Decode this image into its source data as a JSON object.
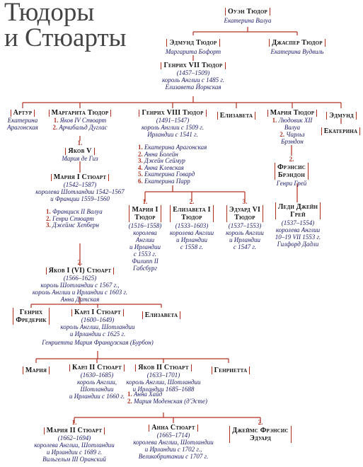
{
  "title": [
    "Тюдоры",
    "и Стюарты"
  ],
  "owen": {
    "name": "Оуэн Тюдор",
    "spouse": "Екатерина Валуа"
  },
  "edmund": {
    "name": "Эдмунд Тюдор",
    "spouse": "Маргарита Бофорт"
  },
  "jasper": {
    "name": "Джаспер Тюдор",
    "spouse": "Екатерина Вудвиль"
  },
  "henry7": {
    "name": "Генрих VII Тюдор",
    "years": "(1457–1509)",
    "title": "король Англии с 1485 г.",
    "spouse": "Елизавета Йоркская"
  },
  "arthur": {
    "name": "Артур",
    "spouse": [
      "Екатерина",
      "Арагонская"
    ]
  },
  "margaret": {
    "name": "Маргарита Тюдор",
    "n1": "1.",
    "s1": "Яков IV Стюарт",
    "n2": "2.",
    "s2": "Арчибальд Дуглас"
  },
  "henry8": {
    "name": "Генрих VIII Тюдор",
    "years": "(1491–1547)",
    "t1": "король Англии с 1509 г.",
    "t2": "Ирландии с 1541 г.",
    "wives": [
      {
        "n": "1.",
        "name": "Екатерина Арагонская"
      },
      {
        "n": "2.",
        "name": "Анна Болейн"
      },
      {
        "n": "3.",
        "name": "Джейн Сеймур"
      },
      {
        "n": "4.",
        "name": "Анна Клевская"
      },
      {
        "n": "5.",
        "name": "Екатерина Говард"
      },
      {
        "n": "6.",
        "name": "Екатерина Парр"
      }
    ]
  },
  "elizabeth_sib": {
    "name": "Елизавета"
  },
  "mary_tudor_sis": {
    "name": "Мария Тюдор",
    "n1": "1.",
    "s1": "Людовик XII",
    "s1b": "Валуа",
    "n2": "2.",
    "s2": "Чарльз",
    "s2b": "Брэндон"
  },
  "edmund2": {
    "name": "Эдмунд"
  },
  "ekaterina": {
    "name": "Екатерина"
  },
  "james5": {
    "n": "1.",
    "name": "Яков V",
    "spouse": "Мария де Гиз"
  },
  "frances": {
    "n": "2.",
    "name": [
      "Фрэнсис",
      "Брэндон"
    ],
    "spouse": "Генри Грей"
  },
  "mary_stuart": {
    "name": "Мария I Стюарт",
    "years": "(1542–1587)",
    "t1": "королева Шотландии 1542–1567",
    "t2": "и Франции 1559–1560",
    "husbands": [
      {
        "n": "1.",
        "name": "Франциск II Валуа"
      },
      {
        "n": "2.",
        "name": "Генри Стюарт"
      },
      {
        "n": "3.",
        "name": "Джеймс Хепберн"
      }
    ]
  },
  "mary1": {
    "n": "1.",
    "name": [
      "Мария I",
      "Тюдор"
    ],
    "years": "(1516–1558)",
    "t": [
      "королева",
      "Англии",
      "и Ирландии",
      "с 1553 г."
    ],
    "spouse": [
      "Филипп II",
      "Габсбург"
    ]
  },
  "eliz1": {
    "n": "2.",
    "name": [
      "Елизавета I",
      "Тюдор"
    ],
    "years": "(1533–1603)",
    "t": [
      "королева Англии",
      "и Ирландии",
      "с 1558 г."
    ]
  },
  "edward6": {
    "n": "3.",
    "name": [
      "Эдуард VI",
      "Тюдор"
    ],
    "years": "(1537–1553)",
    "t": [
      "король Англии",
      "и Ирландии",
      "с 1547 г."
    ]
  },
  "jane": {
    "name": [
      "Леди Джейн",
      "Грей"
    ],
    "years": "(1537–1554)",
    "t": [
      "королева Англии",
      "10–19 VII 1553 г."
    ],
    "spouse": "Гилфорд Дадли"
  },
  "james1": {
    "n": "2.",
    "name": "Яков I (VI) Стюарт",
    "years": "(1566–1625)",
    "t1": "король Шотландии с 1567 г.,",
    "t2": "король Англии и Ирландии с 1603 г.",
    "spouse": "Анна Датская"
  },
  "henry_fred": {
    "name": [
      "Генрих",
      "Фредерик"
    ]
  },
  "charles1": {
    "name": "Карл I Стюарт",
    "years": "(1600–1649)",
    "t1": "король Англии, Шотландии",
    "t2": "и Ирландии с 1625 г.",
    "spouse": "Генриетта Мария Французская (Бурбон)"
  },
  "elizabeth2": {
    "name": "Елизавета"
  },
  "maria": {
    "name": "Мария"
  },
  "charles2": {
    "name": "Карл II Стюарт",
    "years": "(1630–1685)",
    "t": [
      "король Англии,",
      "Шотландии",
      "и Ирландии с 1660 г."
    ]
  },
  "james2": {
    "name": "Яков II Стюарт",
    "years": "(1633–1701)",
    "t1": "король Англии, Шотландии",
    "t2": "и Ирландии 1685–1688",
    "wives": [
      {
        "n": "1.",
        "name": "Анна Хайд"
      },
      {
        "n": "2.",
        "name": "Мария Моденская (д'Эсте)"
      }
    ]
  },
  "henrietta": {
    "name": "Генриетта"
  },
  "mary2": {
    "n": "1.",
    "name": "Мария II Стюарт",
    "years": "(1662–1694)",
    "t1": "королева Англии, Шотландии",
    "t2": "и Ирландии с 1689 г.",
    "spouse": "Вильгельм III Оранский"
  },
  "anne": {
    "name": "Анна Стюарт",
    "years": "(1665–1714)",
    "t1": "королева Англии, Шотландии",
    "t2": "и Ирландии с 1702 г.,",
    "t3": "Великобритании с 1707 г."
  },
  "jamesfe": {
    "n": "2.",
    "name": [
      "Джеймс Фрэнсис",
      "Эдуард"
    ]
  },
  "colors": {
    "line": "#b03020",
    "text": "#1c1c6b",
    "name": "#111111"
  }
}
